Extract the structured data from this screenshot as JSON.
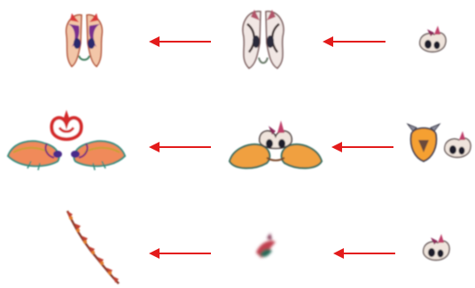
{
  "diagram": {
    "arrow_color": "#e31b1b",
    "rows": [
      {
        "id": "row-1",
        "input_motif": "small-eye-ornament-icon",
        "middle_motif": "mirrored-tall-ornament-icon",
        "output_motif": "mirrored-colored-ornament-icon"
      },
      {
        "id": "row-2",
        "input_motif": "helmet-and-eye-ornament-icon",
        "middle_motif": "orange-cloud-ornament-icon",
        "output_motif": "large-colored-cloud-ornament-icon"
      },
      {
        "id": "row-3",
        "input_motif": "small-eye-ornament-icon",
        "middle_motif": "tiny-blurred-motif-icon",
        "output_motif": "chain-border-pattern-icon"
      }
    ]
  }
}
